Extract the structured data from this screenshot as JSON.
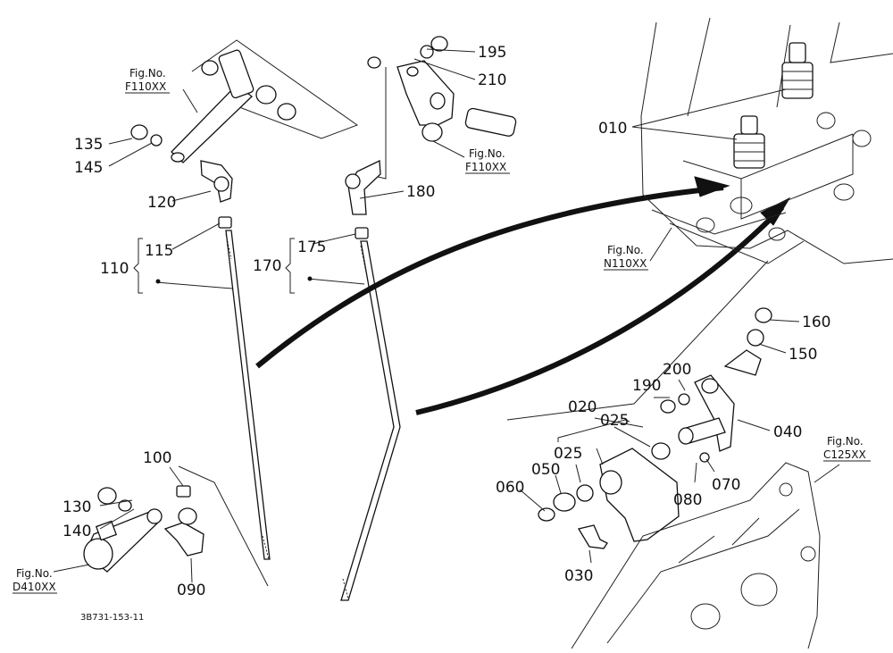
{
  "drawing_code": "3B731-153-11",
  "fig_refs": {
    "f110_a": {
      "line1": "Fig.No.",
      "line2": "F110XX"
    },
    "f110_b": {
      "line1": "Fig.No.",
      "line2": "F110XX"
    },
    "n110": {
      "line1": "Fig.No.",
      "line2": "N110XX"
    },
    "c125": {
      "line1": "Fig.No.",
      "line2": "C125XX"
    },
    "d410": {
      "line1": "Fig.No.",
      "line2": "D410XX"
    }
  },
  "parts": {
    "p010": "010",
    "p020": "020",
    "p025a": "025",
    "p025b": "025",
    "p030": "030",
    "p040": "040",
    "p050": "050",
    "p060": "060",
    "p070": "070",
    "p080": "080",
    "p090": "090",
    "p100": "100",
    "p110": "110",
    "p115": "115",
    "p120": "120",
    "p130": "130",
    "p135": "135",
    "p140": "140",
    "p145": "145",
    "p150": "150",
    "p160": "160",
    "p170": "170",
    "p175": "175",
    "p180": "180",
    "p190": "190",
    "p195": "195",
    "p200": "200",
    "p210": "210"
  }
}
